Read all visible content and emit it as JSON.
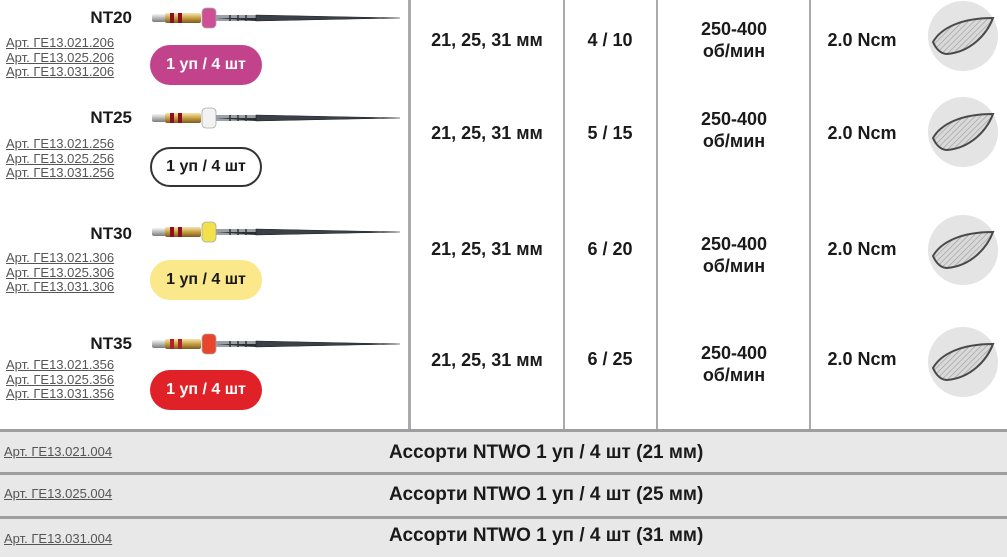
{
  "products": [
    {
      "name": "NT20",
      "articles": [
        "Арт. ГЕ13.021.206",
        "Арт. ГЕ13.025.206",
        "Арт. ГЕ13.031.206"
      ],
      "pack": "1 уп / 4 шт",
      "pack_color": "#c2438c",
      "band_color": "#cf4f94",
      "lengths": "21, 25, 31 мм",
      "taper": "4 / 10",
      "speed_line1": "250-400",
      "speed_line2": "об/мин",
      "torque": "2.0 Ncm"
    },
    {
      "name": "NT25",
      "articles": [
        "Арт. ГЕ13.021.256",
        "Арт. ГЕ13.025.256",
        "Арт. ГЕ13.031.256"
      ],
      "pack": "1 уп / 4 шт",
      "pack_color": "#ffffff",
      "band_color": "#f2f2f2",
      "lengths": "21, 25, 31 мм",
      "taper": "5 / 15",
      "speed_line1": "250-400",
      "speed_line2": "об/мин",
      "torque": "2.0 Ncm"
    },
    {
      "name": "NT30",
      "articles": [
        "Арт. ГЕ13.021.306",
        "Арт. ГЕ13.025.306",
        "Арт. ГЕ13.031.306"
      ],
      "pack": "1 уп / 4 шт",
      "pack_color": "#fbe88a",
      "band_color": "#f2e14a",
      "lengths": "21, 25, 31 мм",
      "taper": "6 / 20",
      "speed_line1": "250-400",
      "speed_line2": "об/мин",
      "torque": "2.0 Ncm"
    },
    {
      "name": "NT35",
      "articles": [
        "Арт. ГЕ13.021.356",
        "Арт. ГЕ13.025.356",
        "Арт. ГЕ13.031.356"
      ],
      "pack": "1 уп / 4 шт",
      "pack_color": "#e02128",
      "band_color": "#e8452c",
      "lengths": "21, 25, 31 мм",
      "taper": "6 / 25",
      "speed_line1": "250-400",
      "speed_line2": "об/мин",
      "torque": "2.0 Ncm"
    }
  ],
  "assortments": [
    {
      "article": "Арт. ГЕ13.021.004",
      "title": "Ассорти NTWO 1 уп / 4 шт (21 мм)"
    },
    {
      "article": "Арт. ГЕ13.025.004",
      "title": "Ассорти NTWO 1 уп / 4 шт (25 мм)"
    },
    {
      "article": "Арт. ГЕ13.031.004",
      "title": "Ассорти NTWO 1 уп / 4 шт (31 мм)"
    }
  ],
  "icons": {
    "instrument": "endodontic-file-icon",
    "section": "leaf-cross-section-icon"
  }
}
